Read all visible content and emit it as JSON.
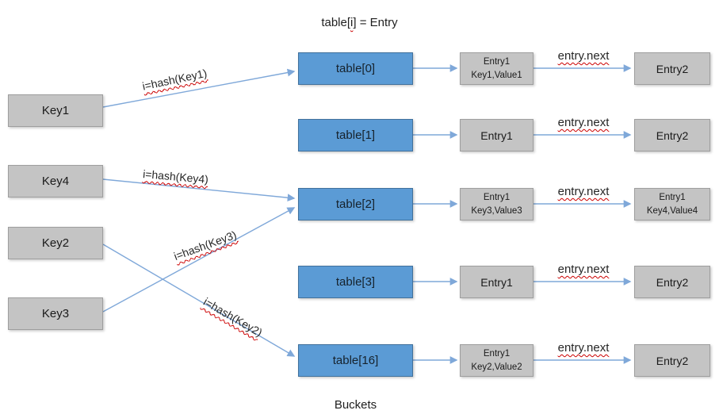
{
  "title": {
    "pre": "table[",
    "i": "i",
    "post": "] = Entry"
  },
  "footer": "Buckets",
  "colors": {
    "bucket_fill": "#5b9bd5",
    "bucket_border": "#41719c",
    "box_fill": "#c4c4c4",
    "box_border": "#9e9e9e",
    "arrow": "#7fa8d9",
    "underline": "#cc0000"
  },
  "keys": [
    {
      "label": "Key1"
    },
    {
      "label": "Key4"
    },
    {
      "label": "Key2"
    },
    {
      "label": "Key3"
    }
  ],
  "hash_labels": [
    {
      "text": "i=hash(Key1)"
    },
    {
      "text": "i=hash(Key4)"
    },
    {
      "text": "i=hash(Key3)"
    },
    {
      "text": "i=hash(Key2)"
    }
  ],
  "rows": [
    {
      "table": "table[0]",
      "entry1": {
        "line1": "Entry1",
        "line2": "Key1,Value1"
      },
      "next": "entry.next",
      "entry2": {
        "line1": "Entry2",
        "line2": ""
      }
    },
    {
      "table": "table[1]",
      "entry1": {
        "line1": "Entry1",
        "line2": ""
      },
      "next": "entry.next",
      "entry2": {
        "line1": "Entry2",
        "line2": ""
      }
    },
    {
      "table": "table[2]",
      "entry1": {
        "line1": "Entry1",
        "line2": "Key3,Value3"
      },
      "next": "entry.next",
      "entry2": {
        "line1": "Entry1",
        "line2": "Key4,Value4"
      }
    },
    {
      "table": "table[3]",
      "entry1": {
        "line1": "Entry1",
        "line2": ""
      },
      "next": "entry.next",
      "entry2": {
        "line1": "Entry2",
        "line2": ""
      }
    },
    {
      "table": "table[16]",
      "entry1": {
        "line1": "Entry1",
        "line2": "Key2,Value2"
      },
      "next": "entry.next",
      "entry2": {
        "line1": "Entry2",
        "line2": ""
      }
    }
  ]
}
